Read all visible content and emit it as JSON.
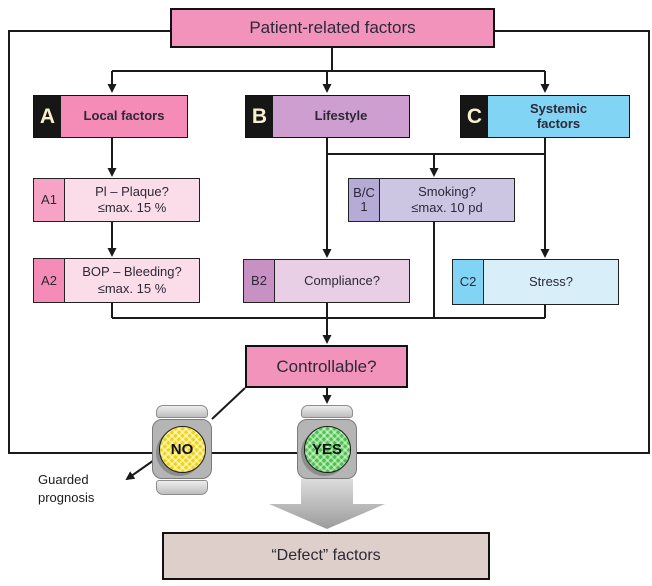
{
  "diagram": {
    "title": "Patient-related factors",
    "branches": {
      "a": {
        "letter": "A",
        "label": "Local factors"
      },
      "b": {
        "letter": "B",
        "label": "Lifestyle"
      },
      "c": {
        "letter": "C",
        "label_line1": "Systemic",
        "label_line2": "factors"
      }
    },
    "nodes": {
      "a1": {
        "tag": "A1",
        "line1": "Pl – Plaque?",
        "line2": "≤max. 15 %"
      },
      "a2": {
        "tag": "A2",
        "line1": "BOP – Bleeding?",
        "line2": "≤max. 15 %"
      },
      "bc1": {
        "tag_line1": "B/C",
        "tag_line2": "1",
        "line1": "Smoking?",
        "line2": "≤max. 10 pd"
      },
      "b2": {
        "tag": "B2",
        "line1": "Compliance?"
      },
      "c2": {
        "tag": "C2",
        "line1": "Stress?"
      }
    },
    "decision": {
      "label": "Controllable?"
    },
    "outcomes": {
      "no": {
        "label": "NO"
      },
      "yes": {
        "label": "YES"
      }
    },
    "guarded": {
      "line1": "Guarded",
      "line2": "prognosis"
    },
    "result": {
      "label": "“Defect” factors"
    },
    "colors": {
      "pink": "#F293BB",
      "pink_light": "#FADDE9",
      "purple": "#CD9ECF",
      "purple_light": "#CDC6E3",
      "blue": "#82D4F4",
      "blue_light": "#D8EEF9",
      "result_bg": "#DECFCB",
      "no_yellow": "#F0D414",
      "yes_green": "#4EC04E",
      "line": "#1A1A1A"
    }
  }
}
